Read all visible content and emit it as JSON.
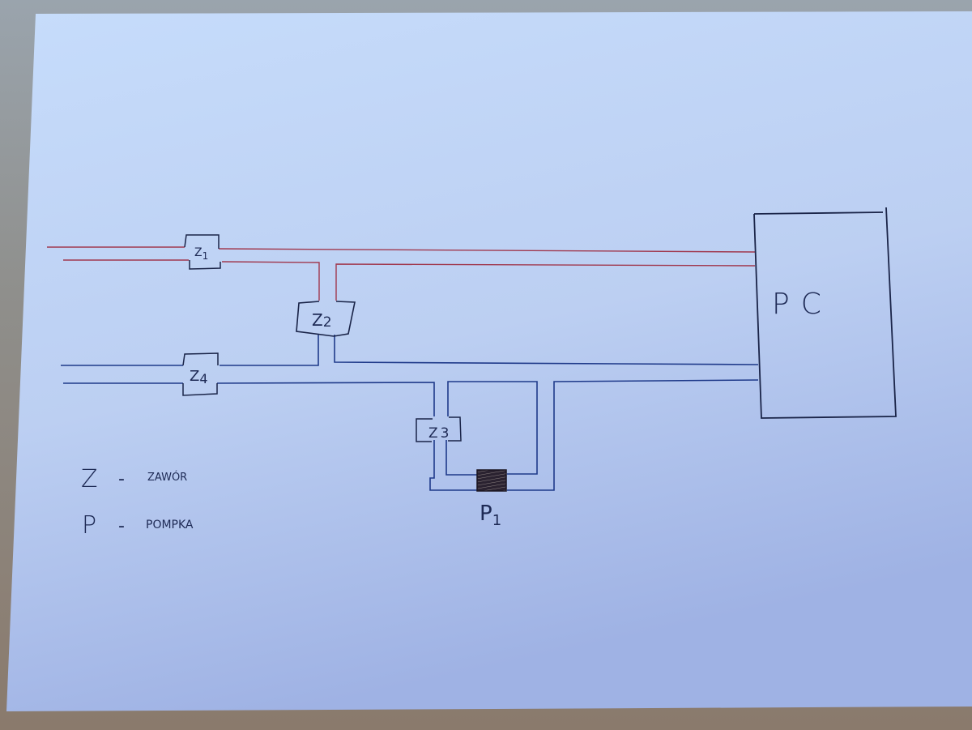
{
  "diagram": {
    "computer_label": "PC",
    "valves": [
      {
        "id": "z1",
        "label": "Z",
        "sub": "1"
      },
      {
        "id": "z2",
        "label": "Z",
        "sub": "2"
      },
      {
        "id": "z3",
        "label": "Z",
        "sub": "3"
      },
      {
        "id": "z4",
        "label": "Z",
        "sub": "4"
      }
    ],
    "pump": {
      "label": "P",
      "sub": "1"
    },
    "legend": [
      {
        "symbol": "Z",
        "dash": "-",
        "meaning": "ZAWÓR"
      },
      {
        "symbol": "P",
        "dash": "-",
        "meaning": "POMPKA"
      }
    ],
    "colors": {
      "paper": "#c2d6f6",
      "ink": "#1e2a55",
      "hot_pipe": "#a0384e",
      "cold_pipe": "#1f3a8a",
      "desk": "#8c7f73"
    }
  }
}
